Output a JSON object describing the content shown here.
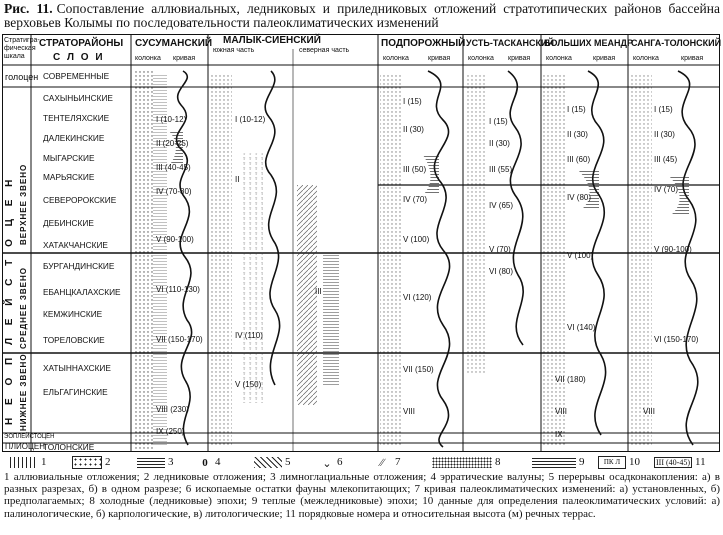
{
  "caption": {
    "fig": "Рис. 11.",
    "text": "Сопоставление аллювиальных, ледниковых и приледниковых отложений стратотипических районов бассейна верховьев Колымы по последовательности палеоклиматических изменений"
  },
  "headers": {
    "strat_scale": "Стратигра­фическая шкала",
    "regions_title": "СТРАТОРАЙОНЫ",
    "layers_title": "С Л О И",
    "regions": [
      "СУСУМАНСКИЙ",
      "МАЛЫК-СИЕНСКИЙ",
      "ПОДПОРОЖНЫЙ",
      "УСТЬ-ТАСКАНСКИЙ",
      "БОЛЬШИХ МЕАНДР",
      "САНГА-ТОЛОНСКИЙ"
    ],
    "malyk_parts": [
      "южная часть",
      "северная часть"
    ],
    "col_labels": [
      "колонка",
      "кривая"
    ]
  },
  "left_labels": {
    "holocene": "голоцен",
    "neopleistocene": "Н Е О П Л Е Й С Т О Ц Е Н",
    "upper": "ВЕРХНЕЕ ЗВЕНО",
    "middle": "СРЕДНЕЕ ЗВЕНО",
    "lower": "НИЖНЕЕ ЗВЕНО",
    "eopleistocene": "ЭОПЛЕЙСТОЦЕН",
    "pliocene": "ПЛИОЦЕН"
  },
  "layers": [
    "СОВРЕМЕННЫЕ",
    "САХЫНЬИНСКИЕ",
    "ТЕНТЕЛЯХСКИЕ",
    "ДАЛЕКИНСКИЕ",
    "МЫГАРСКИЕ",
    "МАРЬЯСКИЕ",
    "СЕВЕРОРОКСКИЕ",
    "ДЕБИНСКИЕ",
    "ХАТАКЧАНСКИЕ",
    "БУРГАНДИНСКИЕ",
    "ЕБАНЦКАЛАХСКИЕ",
    "КЕМЖИНСКИЕ",
    "ТОРЕЛОВСКИЕ",
    "ХАТЫННАХСКИЕ",
    "ЕЛЬГАГИНСКИЕ",
    "ТОЛОНСКИЕ"
  ],
  "terraces": {
    "susuman": [
      "I (10-12)",
      "II (20-25)",
      "III (40-45)",
      "IV (70-80)",
      "V (90-100)",
      "VI (110-130)",
      "VII (150-170)",
      "VIII (230)",
      "IX (250)"
    ],
    "malyk": [
      "I (10-12)",
      "II",
      "III",
      "IV (110)",
      "V (150)"
    ],
    "podporozh": [
      "I (15)",
      "II (30)",
      "III (50)",
      "IV (70)",
      "V (100)",
      "VI (120)",
      "VII (150)",
      "VIII"
    ],
    "ust": [
      "I (15)",
      "II (30)",
      "III (55)",
      "IV (65)",
      "V (70)",
      "VI (80)"
    ],
    "bolsh": [
      "I (15)",
      "II (30)",
      "III (60)",
      "IV (80)",
      "V (100)",
      "VI (140)",
      "VII (180)",
      "VIII",
      "IX"
    ],
    "sanga": [
      "I (15)",
      "II (30)",
      "III (45)",
      "IV (70)",
      "V (90-100)",
      "VI (150-170)",
      "VIII"
    ]
  },
  "legend": [
    "1",
    "2",
    "3",
    "4",
    "5",
    "6",
    "7",
    "8",
    "9",
    "10",
    "11"
  ],
  "legend_sample_11": "III (40-45)",
  "description": "1 аллювиальные отложения; 2 ледниковые отложения; 3 лимноглациальные отложения; 4 эрратические валуны; 5 перерывы осадконакопления: а) в разных разрезах, б) в одном разрезе; 6 ископаемые остатки фауны млекопитающих; 7 кривая палеоклиматических изменений: а) установленных, б) предполагаемых; 8 холодные (ледниковые) эпохи; 9 теплые (межледниковые) эпохи; 10 данные для определения палеоклиматических условий: а) палинологические, б) карпологические, в) литологические; 11 порядковые номера и относительная высота (м) речных террас."
}
